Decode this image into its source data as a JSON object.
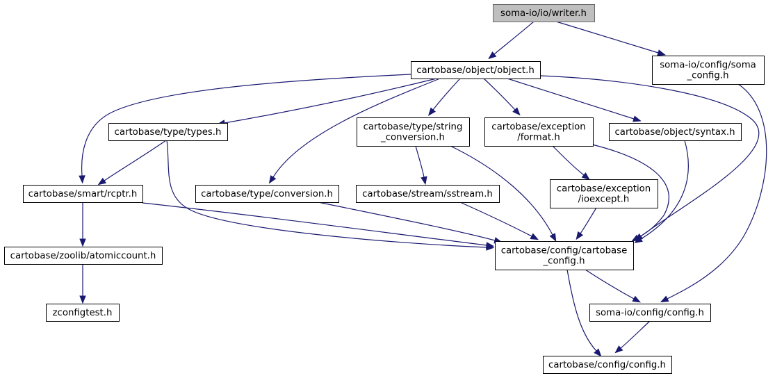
{
  "diagram": {
    "nodes": [
      {
        "id": "writer",
        "lines": [
          "soma-io/io/writer.h"
        ],
        "root": true
      },
      {
        "id": "object",
        "lines": [
          "cartobase/object/object.h"
        ]
      },
      {
        "id": "soma_config",
        "lines": [
          "soma-io/config/soma",
          "_config.h"
        ]
      },
      {
        "id": "types",
        "lines": [
          "cartobase/type/types.h"
        ]
      },
      {
        "id": "string_conversion",
        "lines": [
          "cartobase/type/string",
          "_conversion.h"
        ]
      },
      {
        "id": "format",
        "lines": [
          "cartobase/exception",
          "/format.h"
        ]
      },
      {
        "id": "syntax",
        "lines": [
          "cartobase/object/syntax.h"
        ]
      },
      {
        "id": "rcptr",
        "lines": [
          "cartobase/smart/rcptr.h"
        ]
      },
      {
        "id": "conversion",
        "lines": [
          "cartobase/type/conversion.h"
        ]
      },
      {
        "id": "sstream",
        "lines": [
          "cartobase/stream/sstream.h"
        ]
      },
      {
        "id": "ioexcept",
        "lines": [
          "cartobase/exception",
          "/ioexcept.h"
        ]
      },
      {
        "id": "atomiccount",
        "lines": [
          "cartobase/zoolib/atomiccount.h"
        ]
      },
      {
        "id": "cartobase_config",
        "lines": [
          "cartobase/config/cartobase",
          "_config.h"
        ]
      },
      {
        "id": "zconfigtest",
        "lines": [
          "zconfigtest.h"
        ]
      },
      {
        "id": "somaio_config",
        "lines": [
          "soma-io/config/config.h"
        ]
      },
      {
        "id": "cartobase_config_h",
        "lines": [
          "cartobase/config/config.h"
        ]
      }
    ],
    "edges": [
      {
        "from": "writer",
        "to": "object"
      },
      {
        "from": "writer",
        "to": "soma_config"
      },
      {
        "from": "object",
        "to": "types"
      },
      {
        "from": "object",
        "to": "string_conversion"
      },
      {
        "from": "object",
        "to": "format"
      },
      {
        "from": "object",
        "to": "syntax"
      },
      {
        "from": "object",
        "to": "rcptr"
      },
      {
        "from": "object",
        "to": "conversion"
      },
      {
        "from": "object",
        "to": "cartobase_config"
      },
      {
        "from": "soma_config",
        "to": "somaio_config"
      },
      {
        "from": "types",
        "to": "rcptr"
      },
      {
        "from": "types",
        "to": "cartobase_config"
      },
      {
        "from": "string_conversion",
        "to": "sstream"
      },
      {
        "from": "string_conversion",
        "to": "cartobase_config"
      },
      {
        "from": "format",
        "to": "ioexcept"
      },
      {
        "from": "format",
        "to": "cartobase_config"
      },
      {
        "from": "syntax",
        "to": "cartobase_config"
      },
      {
        "from": "rcptr",
        "to": "atomiccount"
      },
      {
        "from": "rcptr",
        "to": "cartobase_config"
      },
      {
        "from": "conversion",
        "to": "cartobase_config"
      },
      {
        "from": "sstream",
        "to": "cartobase_config"
      },
      {
        "from": "ioexcept",
        "to": "cartobase_config"
      },
      {
        "from": "atomiccount",
        "to": "zconfigtest"
      },
      {
        "from": "cartobase_config",
        "to": "somaio_config"
      },
      {
        "from": "cartobase_config",
        "to": "cartobase_config_h"
      },
      {
        "from": "somaio_config",
        "to": "cartobase_config_h"
      }
    ]
  }
}
